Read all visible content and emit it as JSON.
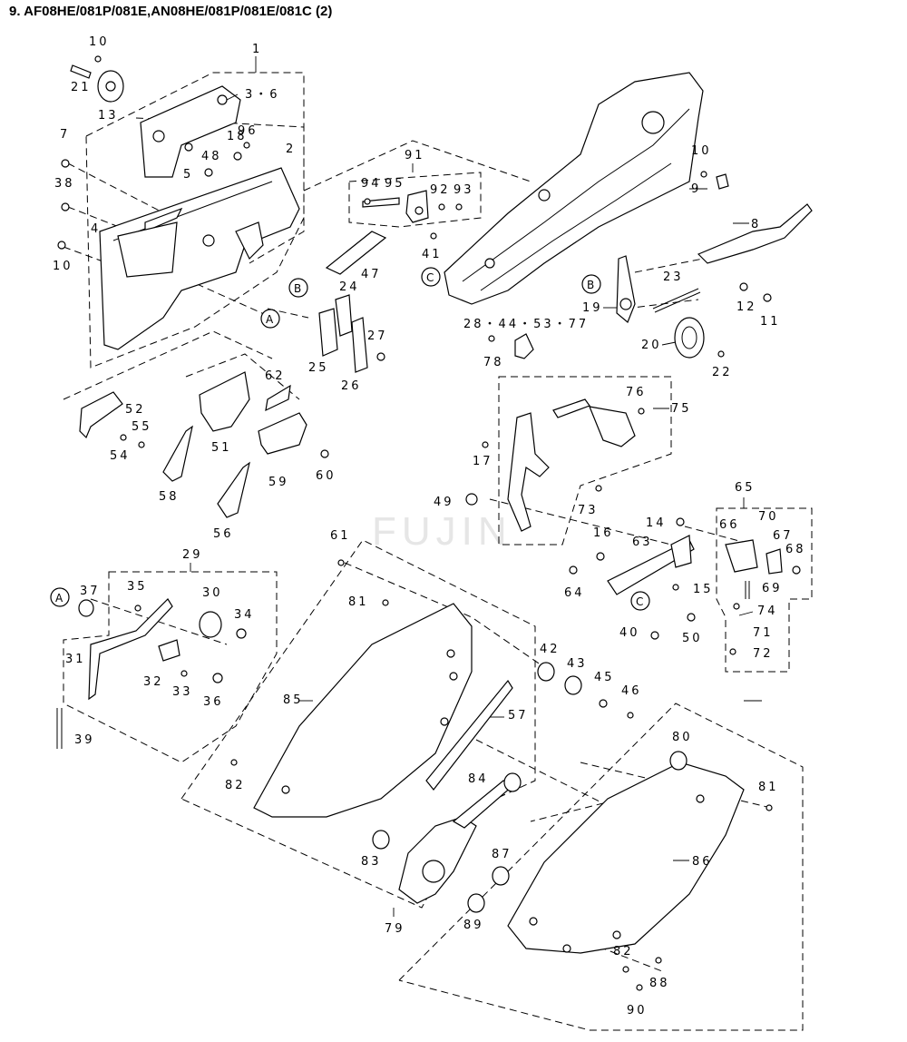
{
  "page": {
    "title": "9.  AF08HE/081P/081E,AN08HE/081P/081E/081C (2)"
  },
  "callouts": [
    "A",
    "B",
    "C"
  ],
  "part_numbers": [
    "1",
    "2",
    "3・6",
    "4",
    "5",
    "7",
    "8",
    "9",
    "10",
    "11",
    "12",
    "13",
    "14",
    "15",
    "16",
    "17",
    "18",
    "19",
    "20",
    "21",
    "22",
    "23",
    "24",
    "25",
    "26",
    "27",
    "28・44・53・77",
    "29",
    "30",
    "31",
    "32",
    "33",
    "34",
    "35",
    "36",
    "37",
    "38",
    "39",
    "40",
    "41",
    "42",
    "43",
    "45",
    "46",
    "47",
    "48",
    "49",
    "50",
    "51",
    "52",
    "54",
    "55",
    "56",
    "57",
    "58",
    "59",
    "60",
    "61",
    "62",
    "63",
    "64",
    "65",
    "66",
    "67",
    "68",
    "69",
    "70",
    "71",
    "72",
    "73",
    "74",
    "75",
    "76",
    "78",
    "79",
    "80",
    "81",
    "82",
    "83",
    "84",
    "85",
    "86",
    "87",
    "88",
    "89",
    "90",
    "91",
    "92",
    "93",
    "94",
    "95",
    "96"
  ],
  "watermark": "FUJIN"
}
